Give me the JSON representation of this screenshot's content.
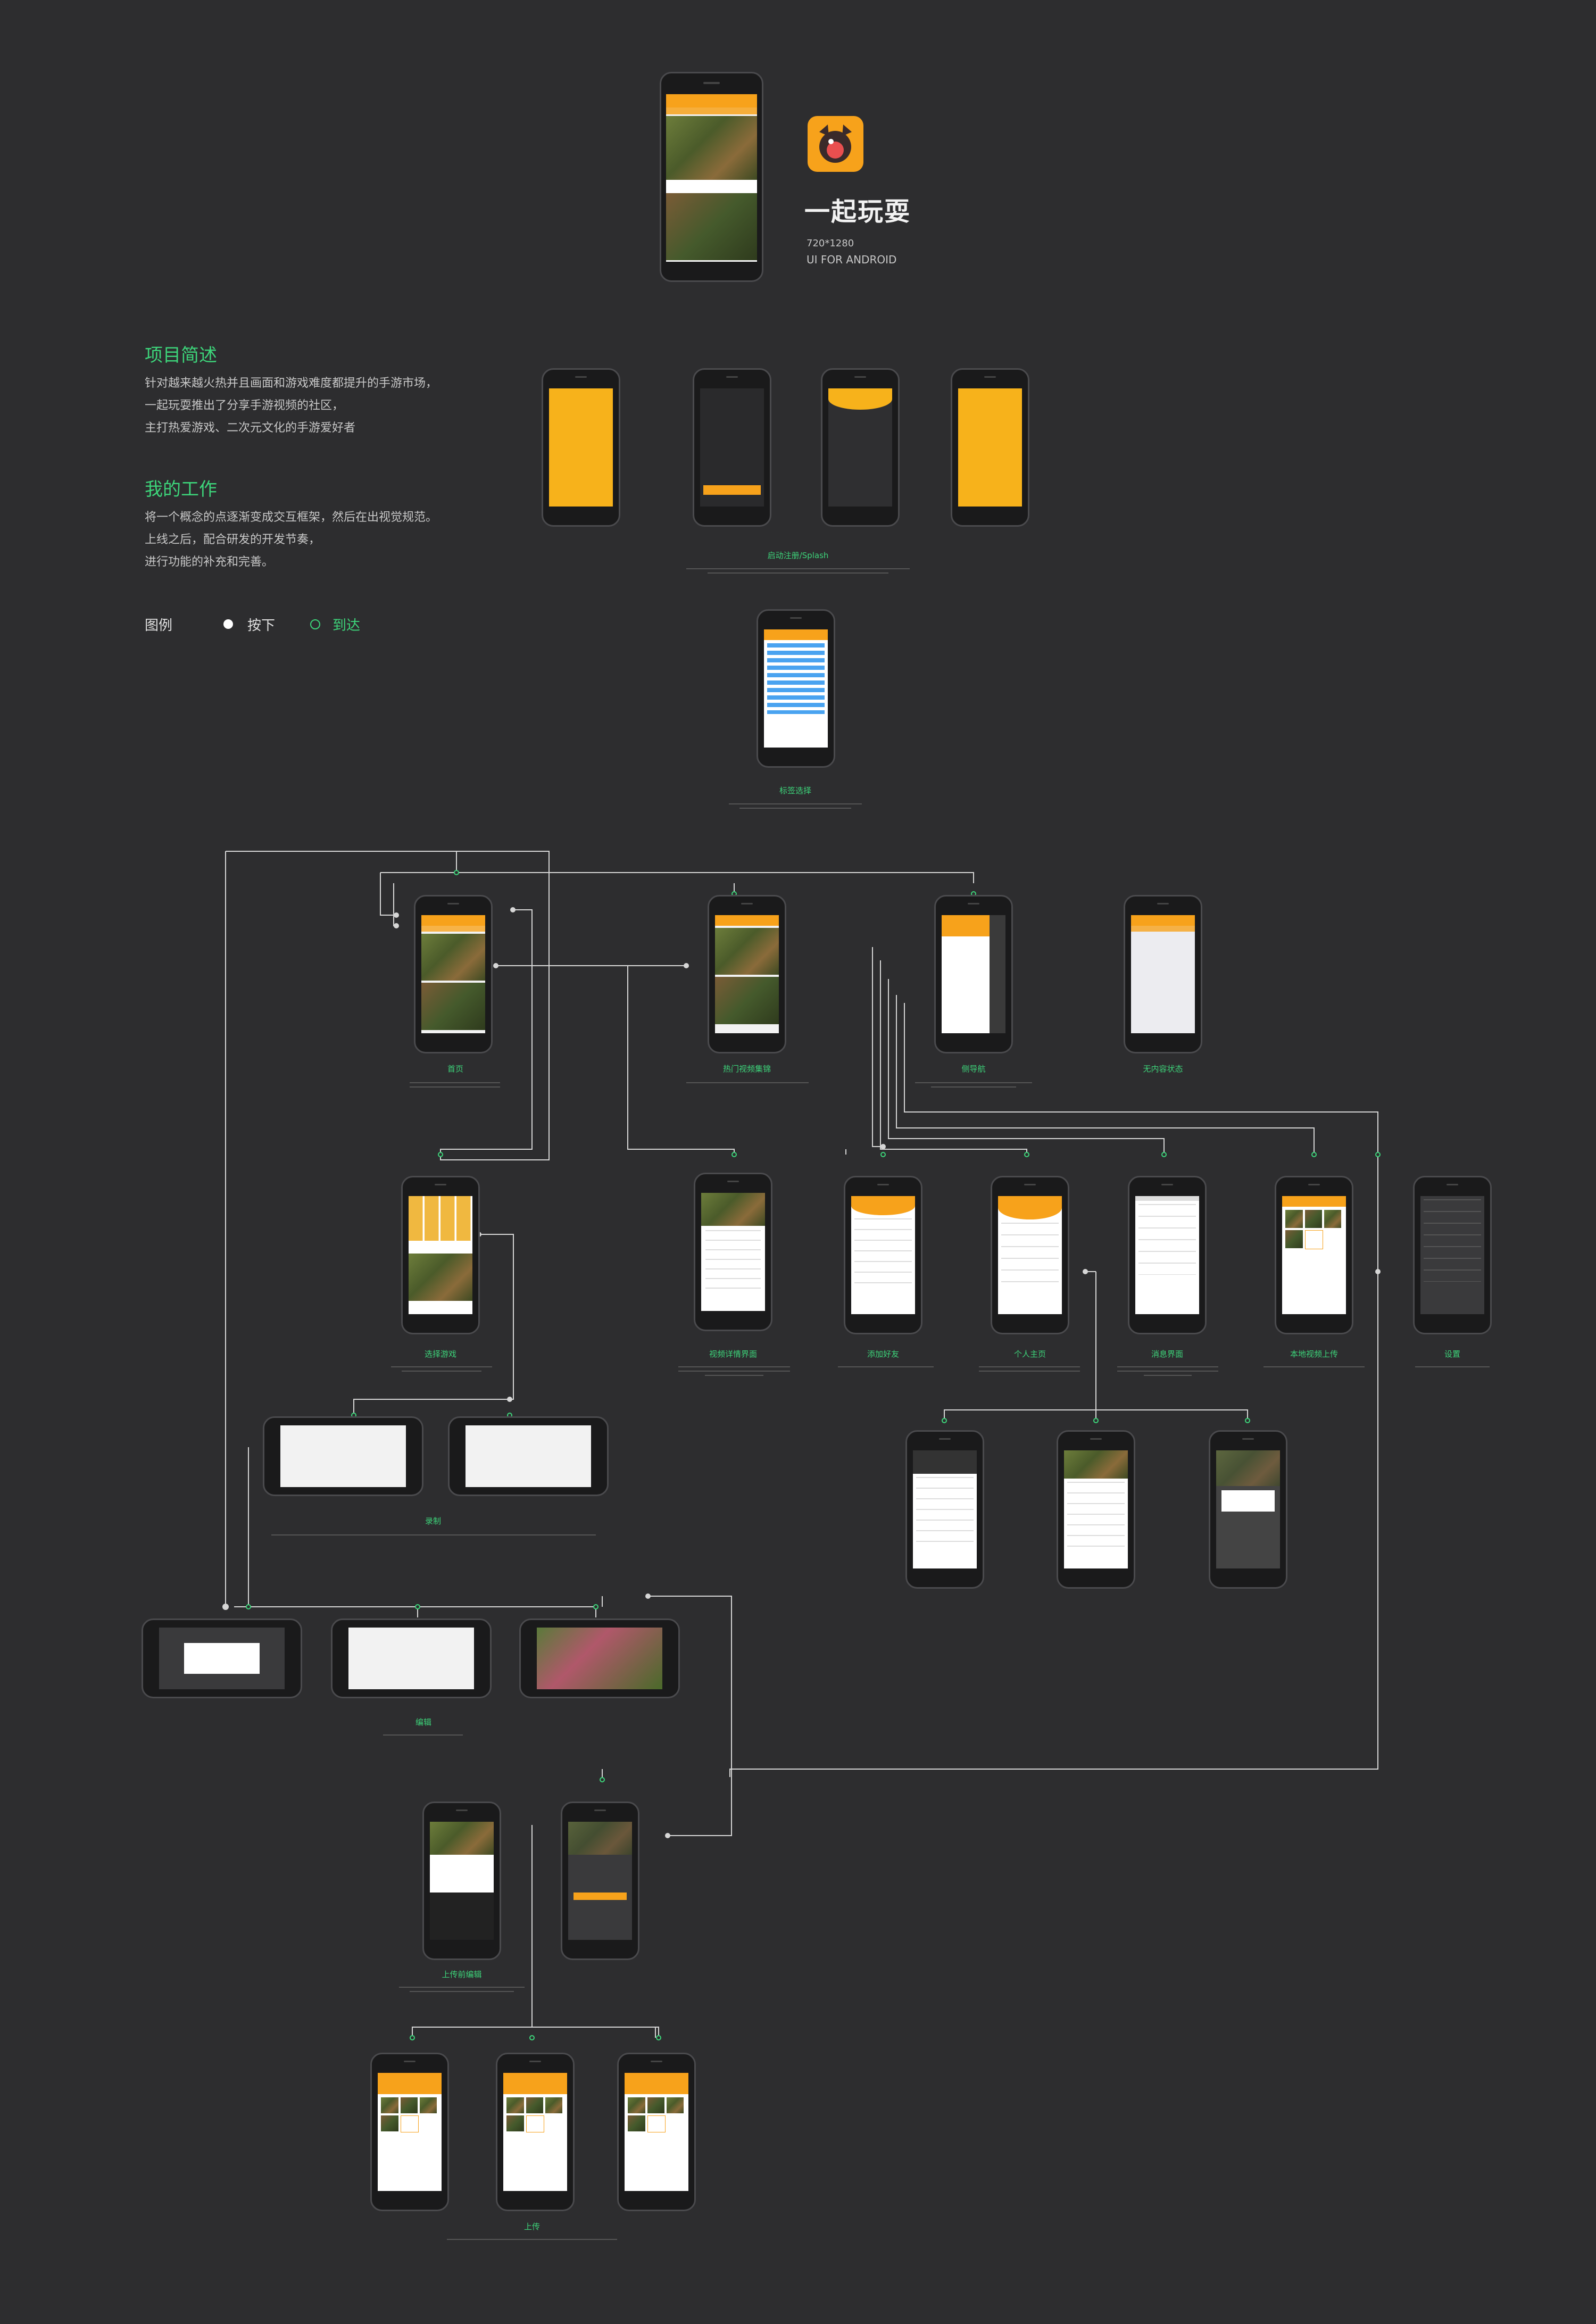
{
  "app": {
    "name": "一起玩耍",
    "resolution": "720*1280",
    "platform": "UI FOR  ANDROID"
  },
  "colors": {
    "background": "#2d2d2f",
    "accent": "#f7a21b",
    "caption": "#3dd47a"
  },
  "intro": {
    "title": "项目简述",
    "lines": [
      "针对越来越火热并且画面和游戏难度都提升的手游市场，",
      "一起玩耍推出了分享手游视频的社区，",
      "主打热爱游戏、二次元文化的手游爱好者"
    ]
  },
  "work": {
    "title": "我的工作",
    "lines": [
      "将一个概念的点逐渐变成交互框架，然后在出视觉规范。",
      "上线之后，配合研发的开发节奏，",
      "进行功能的补充和完善。"
    ]
  },
  "legend": {
    "label": "图例",
    "press": "按下",
    "arrive": "到达"
  },
  "screens": {
    "splash": "启动注册/Splash",
    "tags": "标签选择",
    "home": "首页",
    "hot": "热门视频集锦",
    "drawer": "侧导航",
    "empty": "无内容状态",
    "select_game": "选择游戏",
    "video_detail": "视频详情界面",
    "add_friend": "添加好友",
    "profile": "个人主页",
    "messages": "消息界面",
    "local_upload": "本地视频上传",
    "settings": "设置",
    "record": "录制",
    "edit": "编辑",
    "pre_upload": "上传前编辑",
    "upload": "上传"
  },
  "icons": {
    "logo": "app-logo-icon",
    "press": "filled-dot-icon",
    "arrive": "hollow-dot-icon"
  }
}
